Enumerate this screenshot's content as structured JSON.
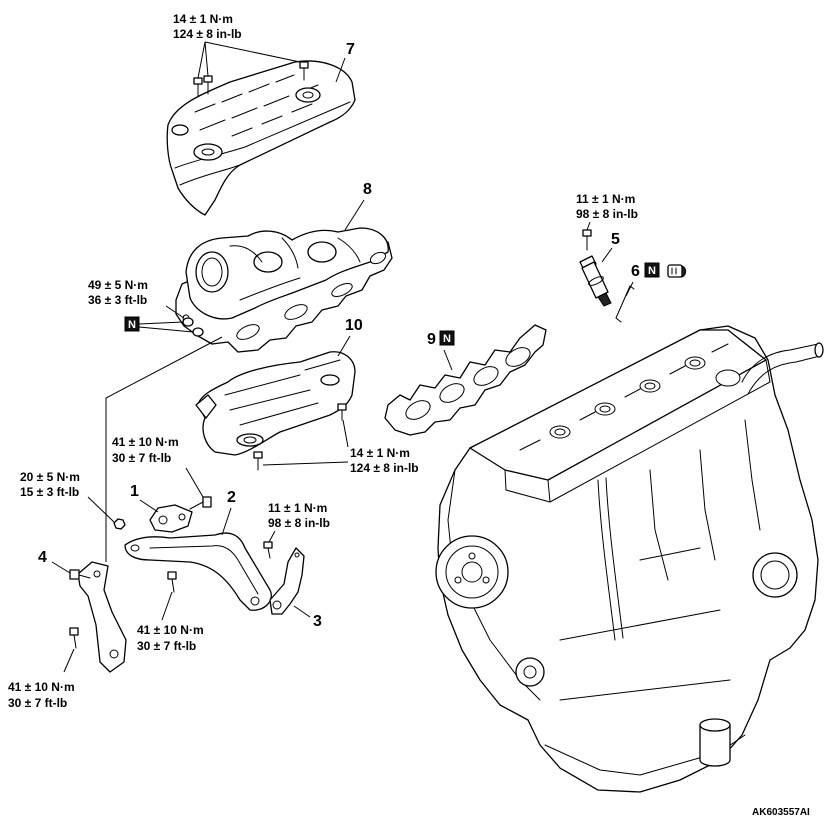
{
  "figure_id": "AK603557AI",
  "new_part_mark": "N",
  "callouts": [
    "1",
    "2",
    "3",
    "4",
    "5",
    "6",
    "7",
    "8",
    "9",
    "10"
  ],
  "torque_specs": [
    {
      "metric": "14 ± 1 N·m",
      "imperial": "124 ± 8 in-lb"
    },
    {
      "metric": "11 ± 1 N·m",
      "imperial": "98 ± 8 in-lb"
    },
    {
      "metric": "49 ± 5 N·m",
      "imperial": "36 ± 3 ft-lb"
    },
    {
      "metric": "41 ± 10 N·m",
      "imperial": "30 ± 7 ft-lb"
    },
    {
      "metric": "14 ± 1 N·m",
      "imperial": "124 ± 8 in-lb"
    },
    {
      "metric": "20 ± 5 N·m",
      "imperial": "15 ± 3 ft-lb"
    },
    {
      "metric": "11 ± 1 N·m",
      "imperial": "98 ± 8 in-lb"
    },
    {
      "metric": "41 ± 10 N·m",
      "imperial": "30 ± 7 ft-lb"
    },
    {
      "metric": "41 ± 10 N·m",
      "imperial": "30 ± 7 ft-lb"
    }
  ]
}
